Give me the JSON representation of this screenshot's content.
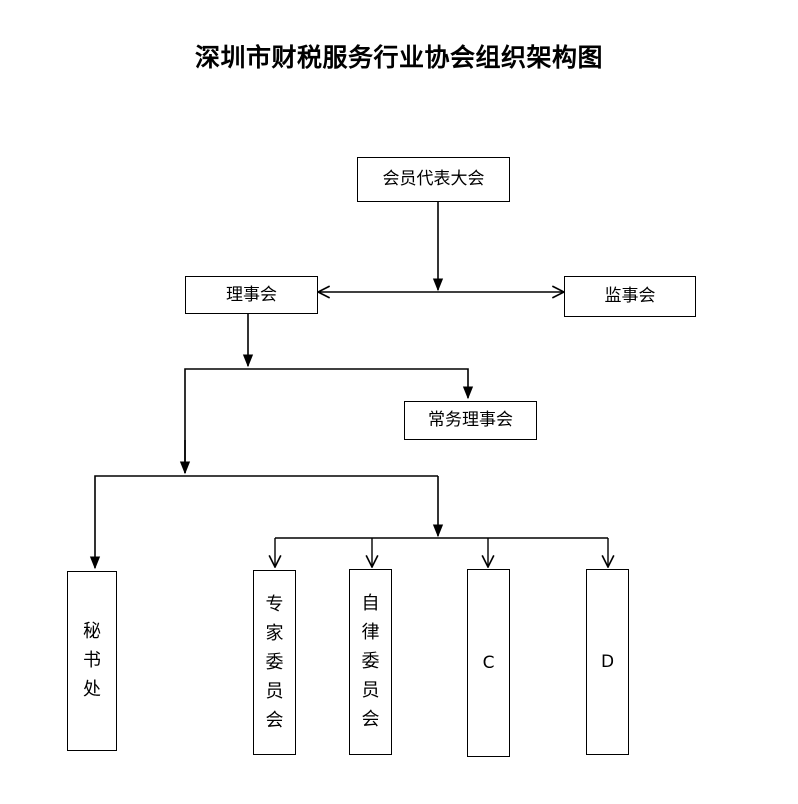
{
  "title": "深圳市财税服务行业协会组织架构图",
  "nodes": {
    "member_congress": "会员代表大会",
    "council": "理事会",
    "supervisory": "监事会",
    "standing_council": "常务理事会",
    "secretariat": [
      "秘",
      "书",
      "处"
    ],
    "expert_committee": [
      "专",
      "家",
      "委",
      "员",
      "会"
    ],
    "discipline_committee": [
      "自",
      "律",
      "委",
      "员",
      "会"
    ],
    "c": "C",
    "d": "D"
  }
}
